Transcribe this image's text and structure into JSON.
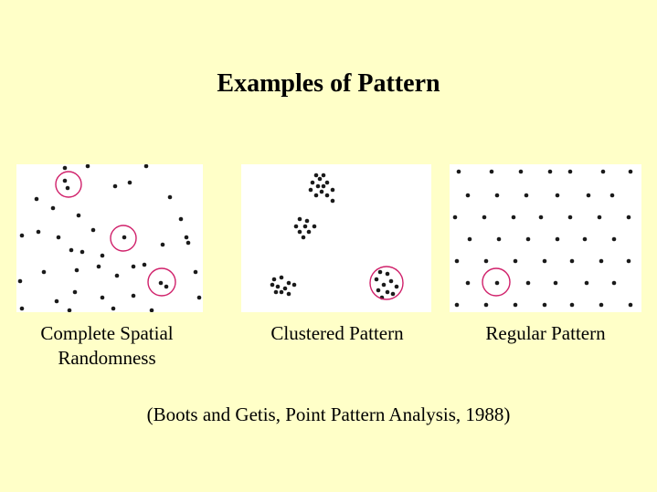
{
  "title": "Examples of Pattern",
  "colors": {
    "background": "#FFFFC8",
    "panel": "#FFFFFF",
    "point": "#1a1a1a",
    "highlight": "#D0206A"
  },
  "panels": [
    {
      "id": "csr",
      "caption_line1": "Complete Spatial",
      "caption_line2": "Randomness",
      "points": [
        [
          53,
          4
        ],
        [
          78,
          2
        ],
        [
          142,
          2
        ],
        [
          53,
          18
        ],
        [
          56,
          26
        ],
        [
          22,
          38
        ],
        [
          108,
          24
        ],
        [
          124,
          20
        ],
        [
          40,
          48
        ],
        [
          68,
          56
        ],
        [
          168,
          36
        ],
        [
          180,
          60
        ],
        [
          6,
          78
        ],
        [
          24,
          74
        ],
        [
          46,
          80
        ],
        [
          118,
          80
        ],
        [
          84,
          72
        ],
        [
          160,
          88
        ],
        [
          186,
          80
        ],
        [
          188,
          86
        ],
        [
          60,
          94
        ],
        [
          72,
          96
        ],
        [
          94,
          100
        ],
        [
          66,
          116
        ],
        [
          90,
          112
        ],
        [
          128,
          112
        ],
        [
          140,
          110
        ],
        [
          110,
          122
        ],
        [
          4,
          128
        ],
        [
          30,
          118
        ],
        [
          164,
          134
        ],
        [
          158,
          130
        ],
        [
          196,
          118
        ],
        [
          64,
          140
        ],
        [
          94,
          146
        ],
        [
          128,
          144
        ],
        [
          44,
          150
        ],
        [
          6,
          158
        ],
        [
          58,
          160
        ],
        [
          106,
          158
        ],
        [
          148,
          160
        ],
        [
          200,
          146
        ]
      ],
      "highlights": [
        [
          57,
          22,
          14
        ],
        [
          117,
          81,
          14
        ],
        [
          159,
          129,
          15
        ]
      ]
    },
    {
      "id": "clustered",
      "caption_line1": "Clustered Pattern",
      "caption_line2": "",
      "points": [
        [
          82,
          12
        ],
        [
          90,
          12
        ],
        [
          86,
          16
        ],
        [
          78,
          20
        ],
        [
          94,
          20
        ],
        [
          84,
          24
        ],
        [
          90,
          24
        ],
        [
          76,
          28
        ],
        [
          88,
          30
        ],
        [
          100,
          28
        ],
        [
          82,
          34
        ],
        [
          94,
          34
        ],
        [
          100,
          40
        ],
        [
          64,
          60
        ],
        [
          72,
          62
        ],
        [
          60,
          68
        ],
        [
          70,
          68
        ],
        [
          80,
          68
        ],
        [
          64,
          74
        ],
        [
          74,
          74
        ],
        [
          68,
          80
        ],
        [
          36,
          126
        ],
        [
          44,
          124
        ],
        [
          52,
          130
        ],
        [
          34,
          132
        ],
        [
          40,
          134
        ],
        [
          48,
          136
        ],
        [
          58,
          132
        ],
        [
          44,
          140
        ],
        [
          52,
          142
        ],
        [
          38,
          140
        ],
        [
          152,
          118
        ],
        [
          160,
          120
        ],
        [
          148,
          126
        ],
        [
          164,
          128
        ],
        [
          156,
          132
        ],
        [
          170,
          134
        ],
        [
          150,
          138
        ],
        [
          160,
          140
        ],
        [
          166,
          142
        ],
        [
          154,
          146
        ]
      ],
      "highlights": [
        [
          159,
          130,
          18
        ]
      ]
    },
    {
      "id": "regular",
      "caption_line1": "Regular Pattern",
      "caption_line2": "",
      "points": [
        [
          10,
          8
        ],
        [
          46,
          8
        ],
        [
          78,
          8
        ],
        [
          110,
          8
        ],
        [
          132,
          8
        ],
        [
          168,
          8
        ],
        [
          198,
          8
        ],
        [
          20,
          34
        ],
        [
          52,
          34
        ],
        [
          84,
          34
        ],
        [
          118,
          34
        ],
        [
          152,
          34
        ],
        [
          178,
          34
        ],
        [
          6,
          58
        ],
        [
          38,
          58
        ],
        [
          70,
          58
        ],
        [
          100,
          58
        ],
        [
          132,
          58
        ],
        [
          164,
          58
        ],
        [
          196,
          58
        ],
        [
          22,
          82
        ],
        [
          54,
          82
        ],
        [
          86,
          82
        ],
        [
          118,
          82
        ],
        [
          148,
          82
        ],
        [
          180,
          82
        ],
        [
          8,
          106
        ],
        [
          40,
          106
        ],
        [
          72,
          106
        ],
        [
          104,
          106
        ],
        [
          134,
          106
        ],
        [
          166,
          106
        ],
        [
          196,
          106
        ],
        [
          20,
          130
        ],
        [
          52,
          130
        ],
        [
          86,
          130
        ],
        [
          116,
          130
        ],
        [
          150,
          130
        ],
        [
          180,
          130
        ],
        [
          8,
          154
        ],
        [
          40,
          154
        ],
        [
          72,
          154
        ],
        [
          104,
          154
        ],
        [
          134,
          154
        ],
        [
          166,
          154
        ],
        [
          198,
          154
        ]
      ],
      "highlights": [
        [
          51,
          129,
          15
        ]
      ]
    }
  ],
  "citation": "(Boots and Getis, Point Pattern Analysis, 1988)"
}
